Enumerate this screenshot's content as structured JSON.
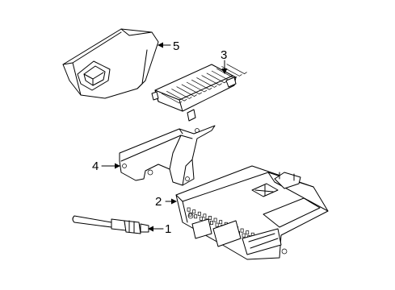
{
  "diagram": {
    "callouts": [
      {
        "id": "1",
        "label": "1",
        "part": "glow-plug"
      },
      {
        "id": "2",
        "label": "2",
        "part": "engine-control-module"
      },
      {
        "id": "3",
        "label": "3",
        "part": "glow-plug-control-module"
      },
      {
        "id": "4",
        "label": "4",
        "part": "mounting-bracket"
      },
      {
        "id": "5",
        "label": "5",
        "part": "cover"
      }
    ],
    "colors": {
      "line": "#000000",
      "background": "#ffffff"
    }
  }
}
